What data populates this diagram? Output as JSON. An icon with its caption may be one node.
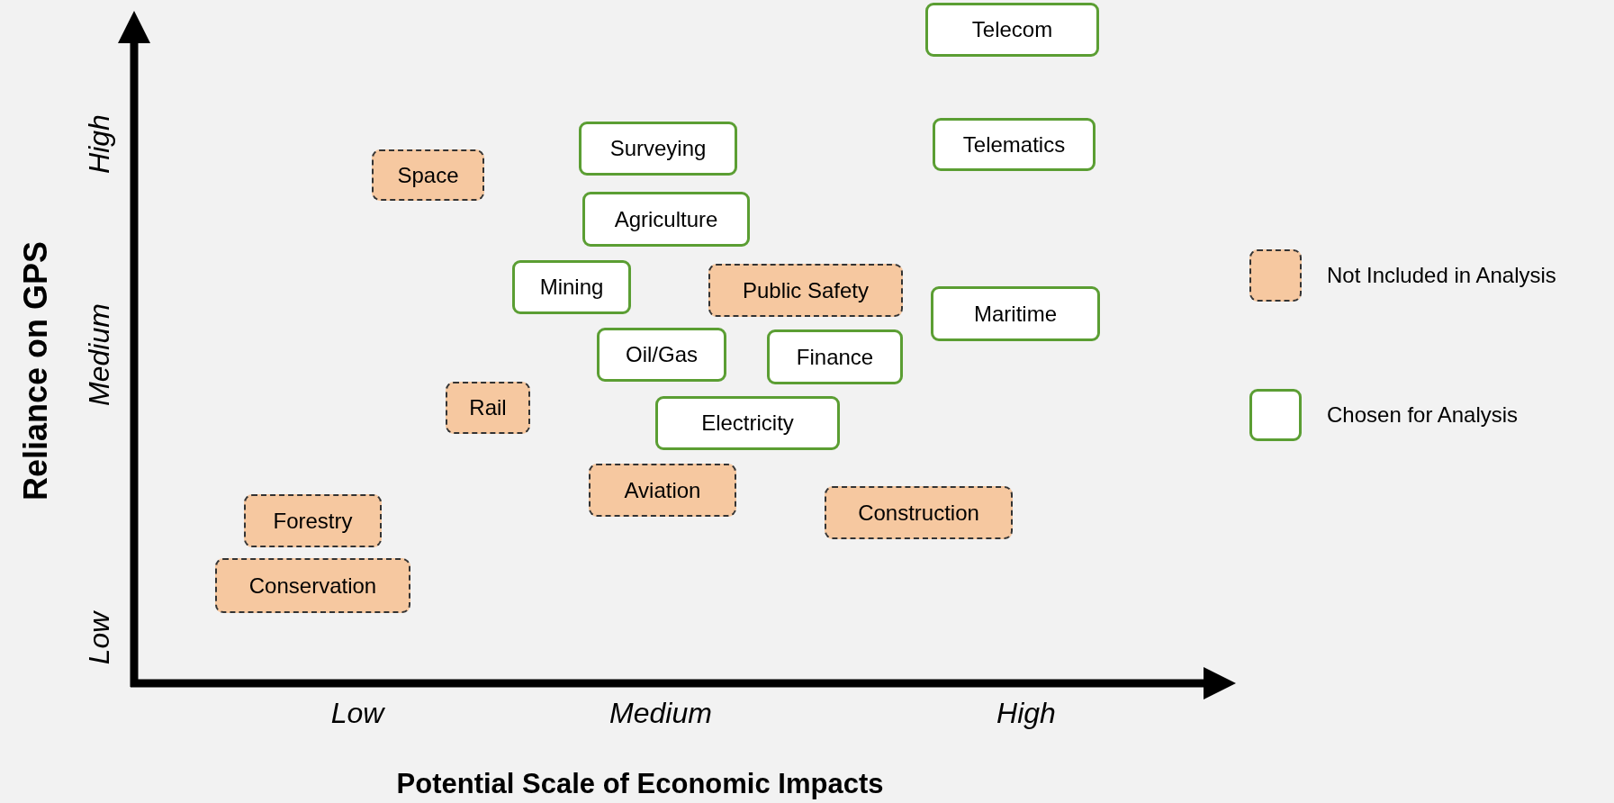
{
  "diagram": {
    "nodes": [
      {
        "text": [
          "Telecom"
        ]
      },
      {
        "text": [
          "Surveying"
        ]
      },
      {
        "text": [
          "Telematics"
        ]
      },
      {
        "text": [
          "Space"
        ]
      },
      {
        "text": [
          "Agriculture"
        ]
      },
      {
        "text": [
          "Mining"
        ]
      },
      {
        "text": [
          "Public Safety"
        ]
      },
      {
        "text": [
          "Maritime"
        ]
      },
      {
        "text": [
          "Oil/Gas"
        ]
      },
      {
        "text": [
          "Finance"
        ]
      },
      {
        "text": [
          "Rail"
        ]
      },
      {
        "text": [
          "Electricity"
        ]
      },
      {
        "text": [
          "Aviation"
        ]
      },
      {
        "text": [
          "Construction"
        ]
      },
      {
        "text": [
          "Forestry"
        ]
      },
      {
        "text": [
          "Conservation"
        ]
      }
    ],
    "labels": [
      "High",
      "Reliance on GPS",
      "Medium",
      "Low",
      "Low",
      "Medium",
      "High",
      "Potential Scale of Economic Impacts"
    ],
    "legend": [
      {
        "text": "Not Included in Analysis",
        "color": "#f6c8a0"
      },
      {
        "text": "Chosen for Analysis",
        "color": "#ffffff"
      }
    ]
  }
}
